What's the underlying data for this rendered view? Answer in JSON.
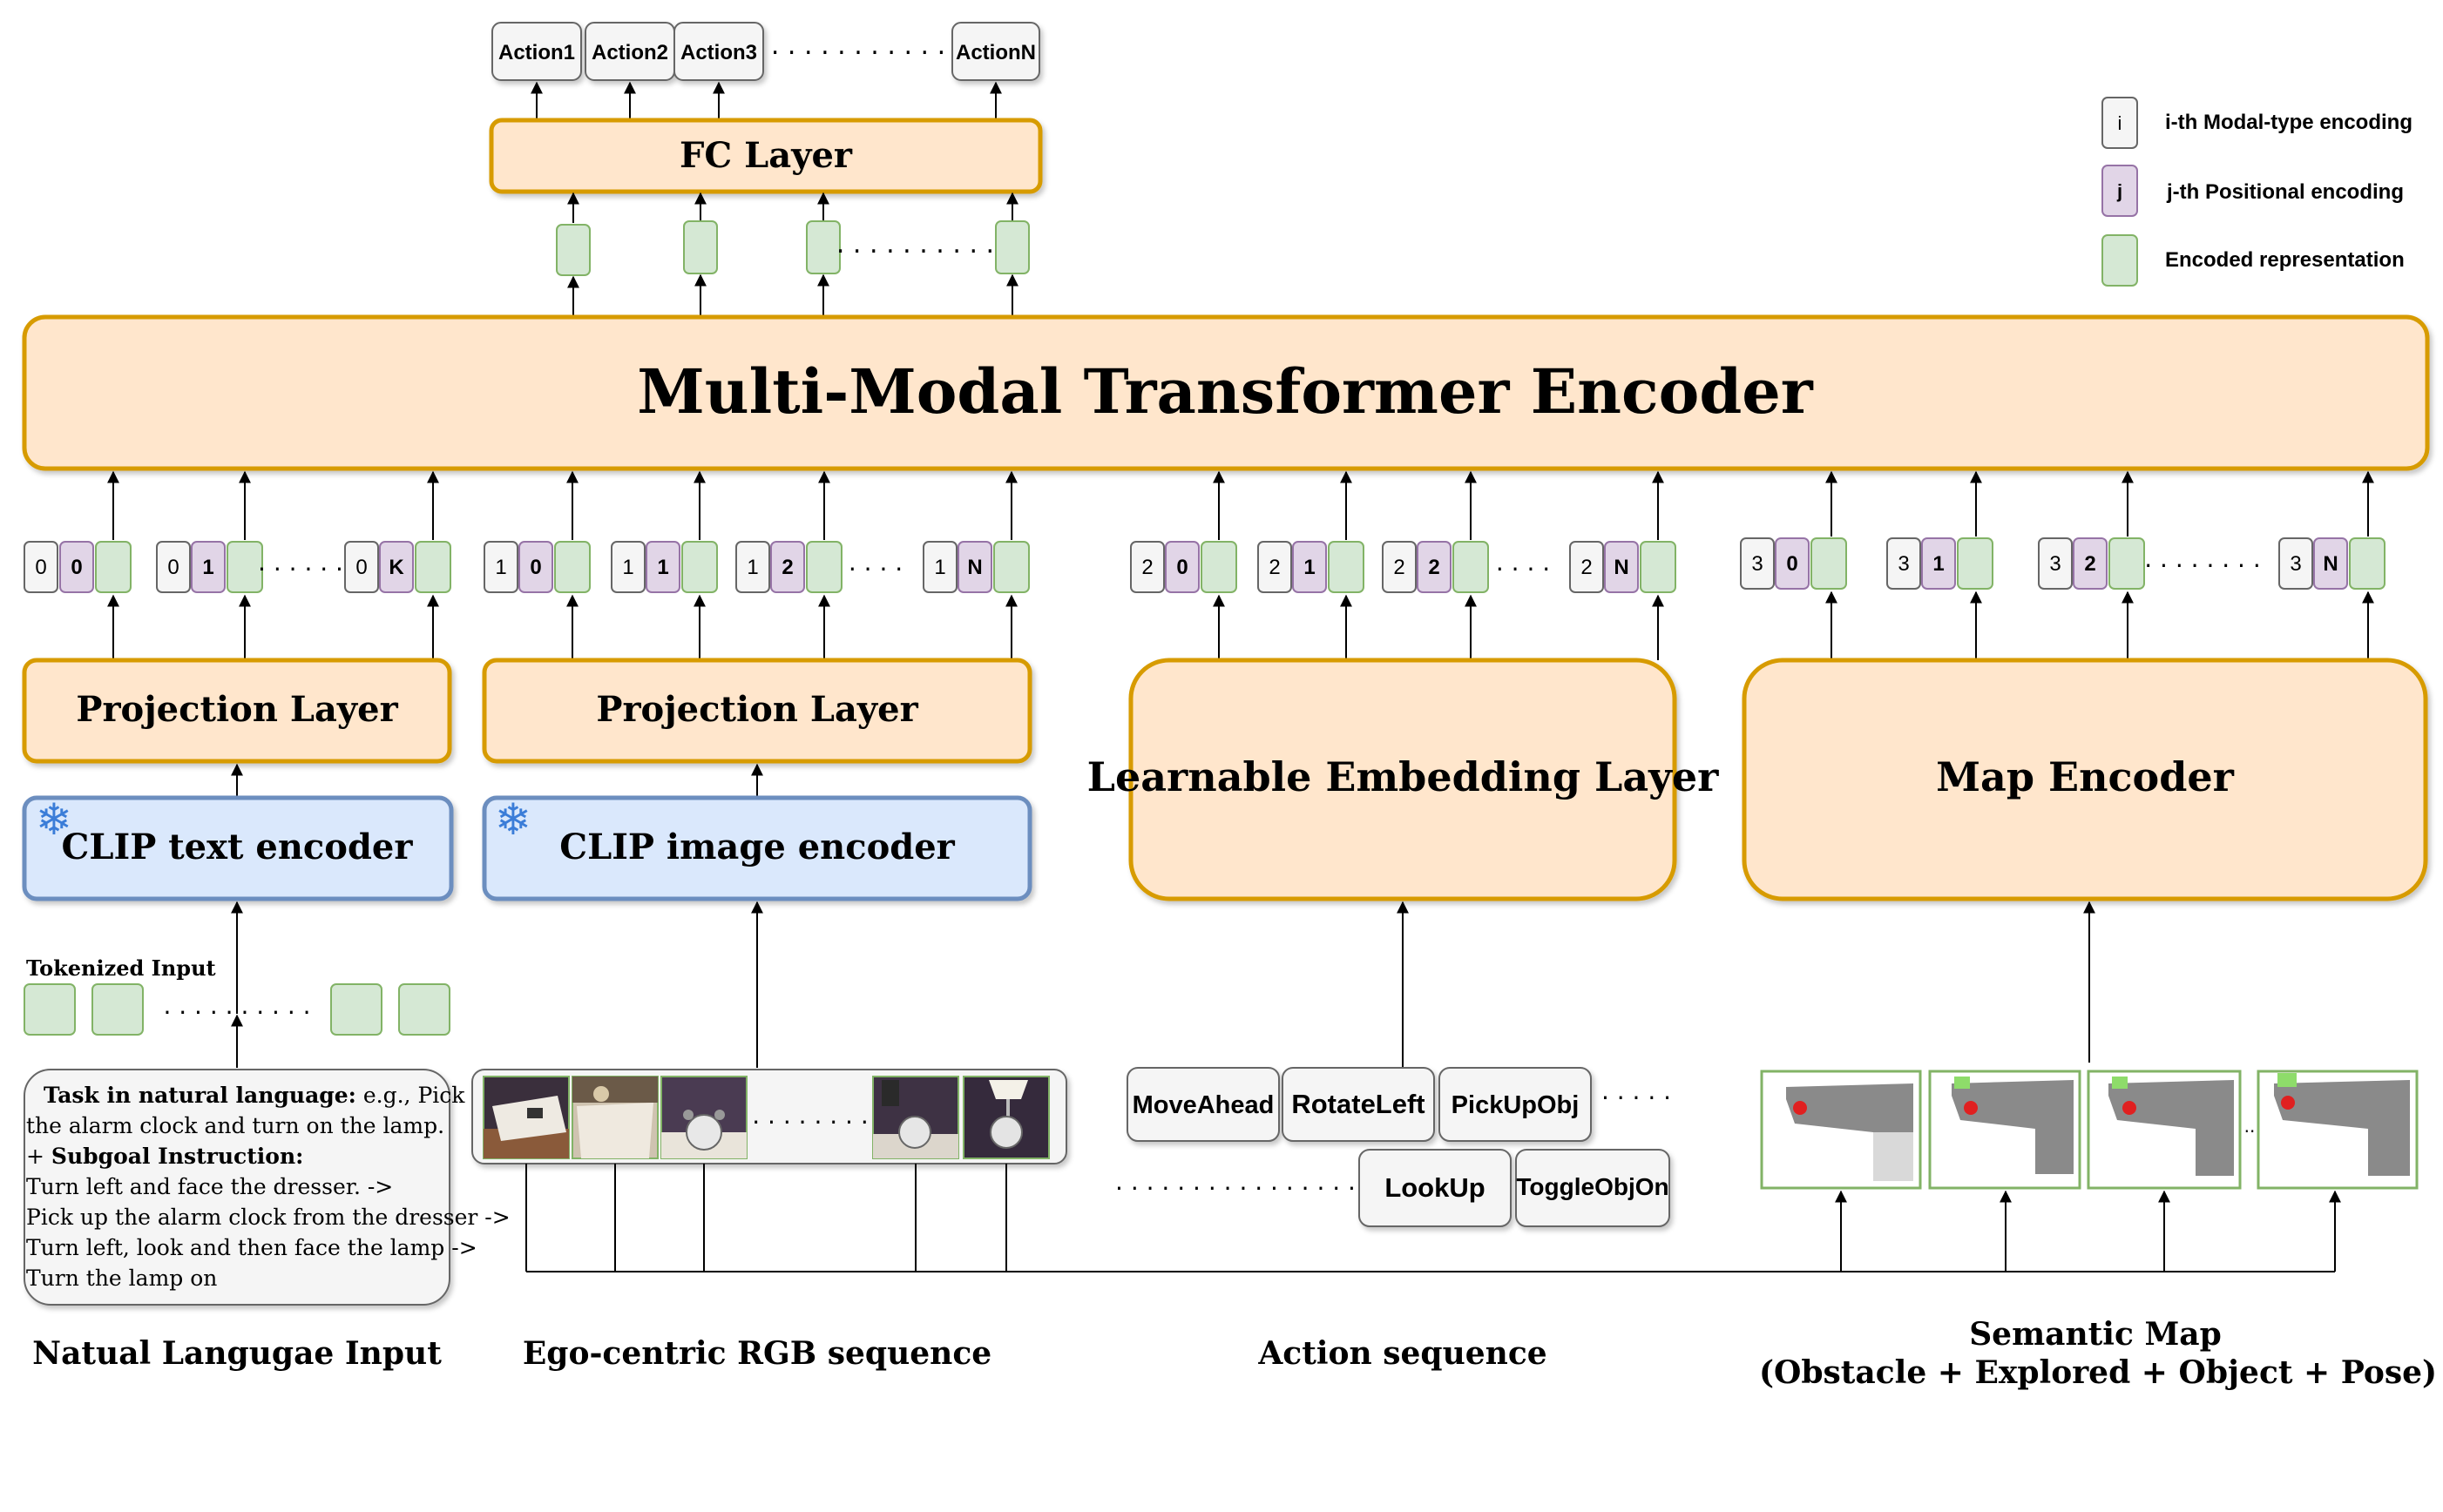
{
  "colors": {
    "orange_fill": "#ffe6cc",
    "orange_border": "#d79b00",
    "blue_fill": "#dae8fc",
    "blue_border": "#6c8ebf",
    "green_fill": "#d5e8d4",
    "green_border": "#82b366",
    "purple_fill": "#e1d5e7",
    "purple_border": "#9673a6",
    "gray_fill": "#f5f5f5",
    "gray_border": "#666666",
    "snowflake": "#3b7dd8"
  },
  "actions": [
    "Action1",
    "Action2",
    "Action3",
    "ActionN"
  ],
  "fc_layer": "FC Layer",
  "transformer": "Multi-Modal Transformer Encoder",
  "legend": {
    "modal_symbol": "i",
    "modal_label": "i-th Modal-type encoding",
    "pos_symbol": "j",
    "pos_label": "j-th Positional encoding",
    "enc_label": "Encoded representation"
  },
  "token_groups": [
    {
      "modal": "0",
      "pos": [
        "0",
        "1",
        "K"
      ]
    },
    {
      "modal": "1",
      "pos": [
        "0",
        "1",
        "2",
        "N"
      ]
    },
    {
      "modal": "2",
      "pos": [
        "0",
        "1",
        "2",
        "N"
      ]
    },
    {
      "modal": "3",
      "pos": [
        "0",
        "1",
        "2",
        "N"
      ]
    }
  ],
  "projection_text": "Projection Layer",
  "projection_image": "Projection Layer",
  "learnable_embedding": "Learnable Embedding Layer",
  "map_encoder": "Map Encoder",
  "clip_text": "CLIP text encoder",
  "clip_image": "CLIP image encoder",
  "snowflake_icon": "❄",
  "tokenized_input": "Tokenized Input",
  "nl_input": {
    "task_bold": "Task in natural language:",
    "task_text": " e.g., Pick up",
    "line2": "the alarm clock and turn on the lamp.",
    "subgoal_prefix": "+ ",
    "subgoal_bold": "Subgoal Instruction:",
    "line4": "Turn left and face the dresser. ->",
    "line5": "Pick up the alarm clock from the dresser ->",
    "line6": "Turn left, look and then face the lamp ->",
    "line7": "Turn the lamp on"
  },
  "action_items": [
    "MoveAhead",
    "RotateLeft",
    "PickUpObj",
    "LookUp",
    "ToggleObjOn"
  ],
  "captions": {
    "nl": "Natual Langugae Input",
    "rgb": "Ego-centric RGB sequence",
    "action": "Action sequence",
    "map_line1": "Semantic Map",
    "map_line2": "(Obstacle + Explored + Object + Pose)"
  }
}
